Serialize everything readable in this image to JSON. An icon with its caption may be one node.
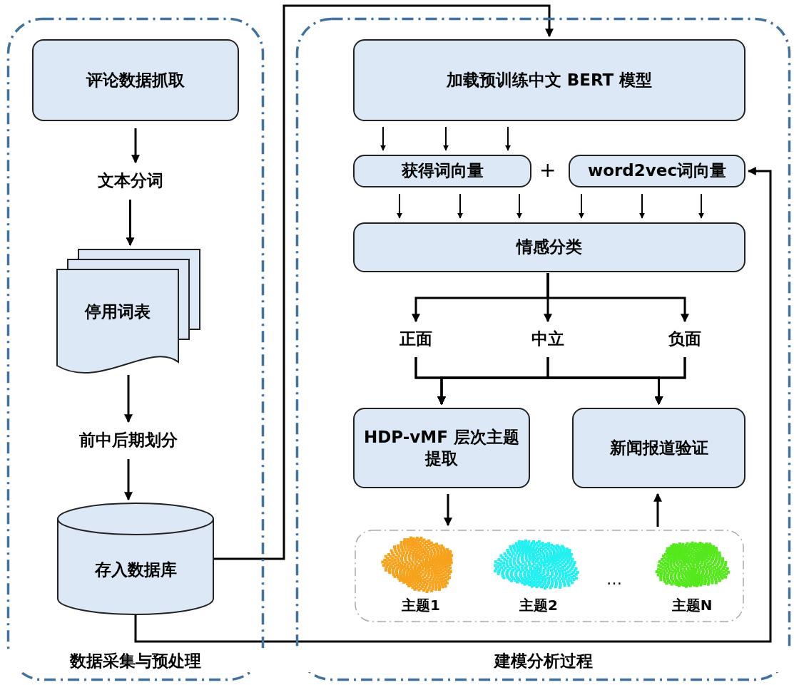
{
  "diagram": {
    "nodes": [
      {
        "text": [
          "数据采集与预处理"
        ]
      },
      {
        "text": [
          "评论数据抓取"
        ],
        "in": 0
      },
      {
        "text": [
          "文本分词"
        ],
        "in": 0
      },
      {
        "text": [
          "停用词表"
        ],
        "in": 0
      },
      {
        "text": [
          "前中后期划分"
        ],
        "in": 0
      },
      {
        "text": [
          "存入数据库"
        ],
        "in": 0
      },
      {
        "text": [
          "建模分析过程"
        ]
      },
      {
        "text": [
          "加载预训练中文 BERT 模型"
        ],
        "in": 6
      },
      {
        "text": [
          "获得词向量"
        ],
        "in": 6
      },
      {
        "text": [
          "word2vec词向量"
        ],
        "in": 6
      },
      {
        "text": [
          "情感分类"
        ],
        "in": 6
      },
      {
        "text": [
          "正面"
        ],
        "in": 6
      },
      {
        "text": [
          "中立"
        ],
        "in": 6
      },
      {
        "text": [
          "负面"
        ],
        "in": 6
      },
      {
        "text": [
          "HDP-vMF 层次主题提取"
        ],
        "in": 6
      },
      {
        "text": [
          "新闻报道验证"
        ],
        "in": 6
      },
      {
        "text": [],
        "shape": "box",
        "in": 6
      },
      {
        "text": [
          "主题1"
        ],
        "in": 16
      },
      {
        "text": [
          "主题2"
        ],
        "in": 16
      },
      {
        "text": [
          "主题N"
        ],
        "in": 16
      }
    ],
    "edges": [
      {
        "from": 1,
        "to": 2,
        "arrow": "to"
      },
      {
        "from": 2,
        "to": 3,
        "arrow": "to"
      },
      {
        "from": 3,
        "to": 4,
        "arrow": "to"
      },
      {
        "from": 4,
        "to": 5,
        "arrow": "to"
      },
      {
        "from": 5,
        "to": 7,
        "arrow": "to"
      },
      {
        "from": 7,
        "to": 8,
        "arrow": "to"
      },
      {
        "from": 7,
        "to": 8,
        "arrow": "to"
      },
      {
        "from": 7,
        "to": 8,
        "arrow": "to"
      },
      {
        "from": 8,
        "to": 10,
        "arrow": "to"
      },
      {
        "from": 8,
        "to": 10,
        "arrow": "to"
      },
      {
        "from": 8,
        "to": 10,
        "arrow": "to"
      },
      {
        "from": 9,
        "to": 10,
        "arrow": "to"
      },
      {
        "from": 9,
        "to": 10,
        "arrow": "to"
      },
      {
        "from": 9,
        "to": 10,
        "arrow": "to"
      },
      {
        "from": 10,
        "to": 11,
        "arrow": "to"
      },
      {
        "from": 10,
        "to": 12,
        "arrow": "to"
      },
      {
        "from": 10,
        "to": 13,
        "arrow": "to"
      },
      {
        "from": 11,
        "to": 14,
        "arrow": "to"
      },
      {
        "from": 11,
        "to": 15,
        "arrow": "to"
      },
      {
        "from": 12,
        "to": 14,
        "arrow": "to"
      },
      {
        "from": 12,
        "to": 15,
        "arrow": "to"
      },
      {
        "from": 13,
        "to": 14,
        "arrow": "to"
      },
      {
        "from": 13,
        "to": 15,
        "arrow": "to"
      },
      {
        "from": 14,
        "to": 16,
        "arrow": "to"
      },
      {
        "from": 16,
        "to": 15,
        "arrow": "to"
      },
      {
        "from": 5,
        "to": 9,
        "arrow": "to"
      }
    ],
    "labels": [
      "+",
      "…"
    ]
  }
}
